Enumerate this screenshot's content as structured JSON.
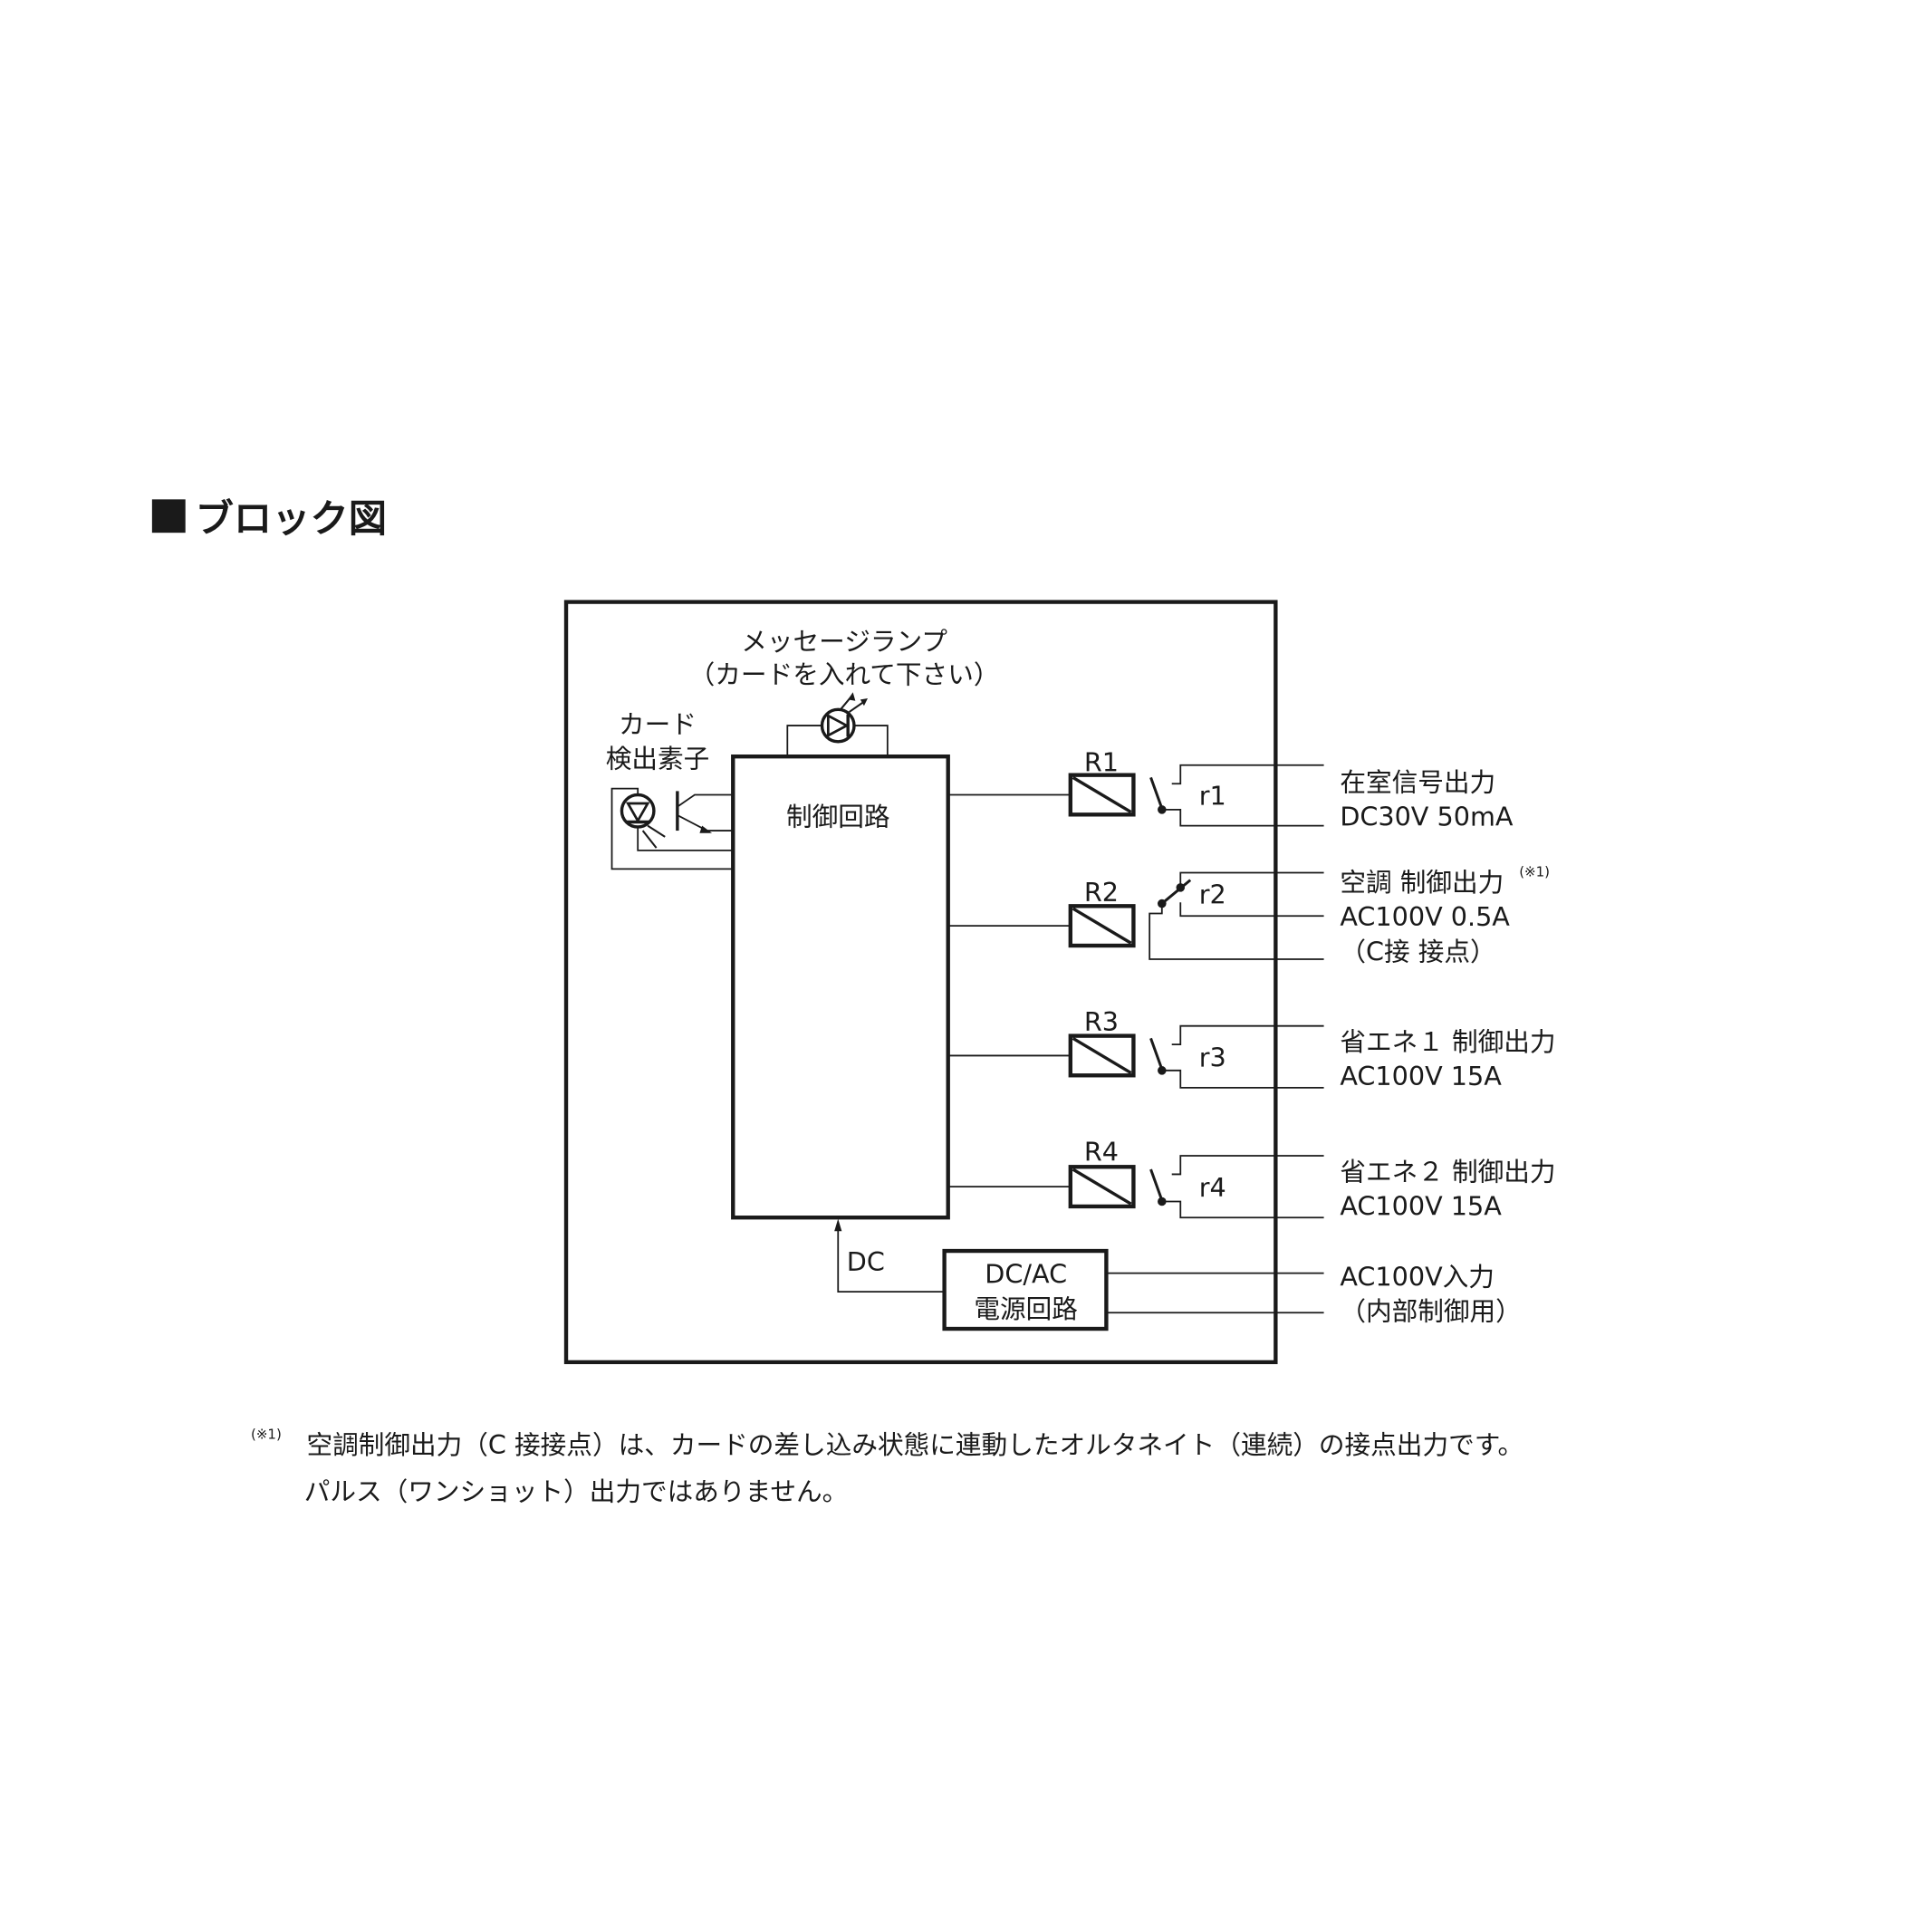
{
  "title": "ブロック図",
  "lamp": {
    "label": "メッセージランプ",
    "sublabel": "（カードを入れて下さい）"
  },
  "card_sensor": {
    "label1": "カード",
    "label2": "検出素子"
  },
  "control_circuit": "制御回路",
  "relays": [
    {
      "coil": "R1",
      "contact": "r1",
      "out1": "在室信号出力",
      "out2": "DC30V 50mA"
    },
    {
      "coil": "R2",
      "contact": "r2",
      "out1": "空調 制御出力",
      "note_ref": "(※1)",
      "out2": "AC100V 0.5A",
      "out3": "（C接 接点）"
    },
    {
      "coil": "R3",
      "contact": "r3",
      "out1": "省エネ１ 制御出力",
      "out2": "AC100V 15A"
    },
    {
      "coil": "R4",
      "contact": "r4",
      "out1": "省エネ２ 制御出力",
      "out2": "AC100V 15A"
    }
  ],
  "power": {
    "line1": "DC/AC",
    "line2": "電源回路",
    "dc_label": "DC",
    "in1": "AC100V入力",
    "in2": "（内部制御用）"
  },
  "footnote": {
    "ref": "(※1)",
    "line1": "空調制御出力（C 接接点）は、カードの差し込み状態に連動したオルタネイト（連続）の接点出力です。",
    "line2": "パルス（ワンショット）出力ではありません。"
  }
}
